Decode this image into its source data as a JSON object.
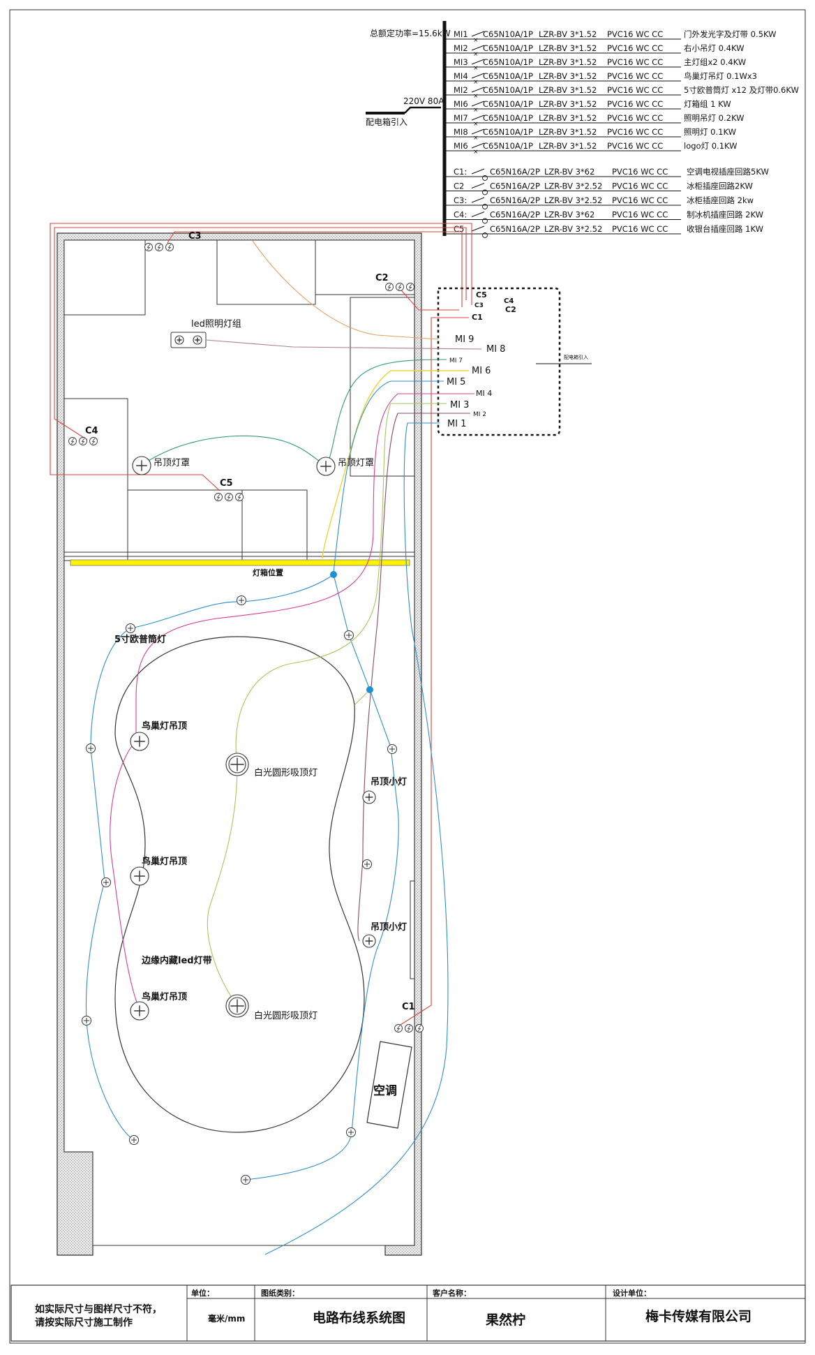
{
  "schematic": {
    "total_power": "总额定功率=15.6kW",
    "supply": "220V  80A",
    "supply_source": "配电箱引入",
    "light_circuits": [
      {
        "id": "MI1",
        "breaker": "C65N10A/1P",
        "wire": "LZR-BV 3*1.52",
        "conduit": "PVC16  WC   CC",
        "load": "门外发光字及灯带  0.5KW"
      },
      {
        "id": "MI2",
        "breaker": "C65N10A/1P",
        "wire": "LZR-BV 3*1.52",
        "conduit": "PVC16  WC   CC",
        "load": "右小吊灯  0.4KW"
      },
      {
        "id": "MI3",
        "breaker": "C65N10A/1P",
        "wire": "LZR-BV 3*1.52",
        "conduit": "PVC16  WC   CC",
        "load": "主灯组x2  0.4KW"
      },
      {
        "id": "MI4",
        "breaker": "C65N10A/1P",
        "wire": "LZR-BV 3*1.52",
        "conduit": "PVC16  WC   CC",
        "load": "鸟巢灯吊灯  0.1Wx3"
      },
      {
        "id": "MI2",
        "breaker": "C65N10A/1P",
        "wire": "LZR-BV 3*1.52",
        "conduit": "PVC16  WC   CC",
        "load": "5寸欧普筒灯 x12 及灯带0.6KW"
      },
      {
        "id": "MI6",
        "breaker": "C65N10A/1P",
        "wire": "LZR-BV 3*1.52",
        "conduit": "PVC16  WC   CC",
        "load": "灯箱组  1 KW"
      },
      {
        "id": "MI7",
        "breaker": "C65N10A/1P",
        "wire": "LZR-BV 3*1.52",
        "conduit": "PVC16  WC   CC",
        "load": "照明吊灯 0.2KW"
      },
      {
        "id": "MI8",
        "breaker": "C65N10A/1P",
        "wire": "LZR-BV 3*1.52",
        "conduit": "PVC16  WC   CC",
        "load": "照明灯 0.1KW"
      },
      {
        "id": "MI6",
        "breaker": "C65N10A/1P",
        "wire": "LZR-BV 3*1.52",
        "conduit": "PVC16  WC   CC",
        "load": "logo灯  0.1KW"
      }
    ],
    "socket_circuits": [
      {
        "id": "C1:",
        "breaker": "C65N16A/2P",
        "wire": "LZR-BV 3*62",
        "conduit": "PVC16  WC   CC",
        "load": "空调电视插座回路5KW"
      },
      {
        "id": "C2",
        "breaker": "C65N16A/2P",
        "wire": "LZR-BV 3*2.52",
        "conduit": "PVC16  WC   CC",
        "load": "冰柜插座回路2KW"
      },
      {
        "id": "C3:",
        "breaker": "C65N16A/2P",
        "wire": "LZR-BV 3*2.52",
        "conduit": "PVC16  WC   CC",
        "load": "冰柜插座回路 2kw"
      },
      {
        "id": "C4:",
        "breaker": "C65N16A/2P",
        "wire": "LZR-BV 3*62",
        "conduit": "PVC16  WC   CC",
        "load": "制冰机插座回路 2KW"
      },
      {
        "id": "C5",
        "breaker": "C65N16A/2P",
        "wire": "LZR-BV 3*2.52",
        "conduit": "PVC16  WC   CC",
        "load": "收银台插座回路 1KW"
      }
    ]
  },
  "panel": {
    "entry": "配电箱引入",
    "terminals": {
      "c5": "C5",
      "c4": "C4",
      "c3": "C3",
      "c2": "C2",
      "c1": "C1",
      "mi9": "MI 9",
      "mi8": "MI 8",
      "mi7": "MI 7",
      "mi6": "MI 6",
      "mi5": "MI 5",
      "mi4": "MI 4",
      "mi3": "MI 3",
      "mi2": "MI 2",
      "mi1": "MI 1"
    }
  },
  "plan": {
    "socket_c3": "C3",
    "socket_c2": "C2",
    "socket_c4": "C4",
    "socket_c5": "C5",
    "socket_c1": "C1",
    "led_group": "led照明灯组",
    "pendant_cover_left": "吊顶灯罩",
    "pendant_cover_right": "吊顶灯罩",
    "lightbox_position": "灯箱位置",
    "downlight": "5寸欧普筒灯",
    "nest_lamp_1": "鸟巢灯吊顶",
    "nest_lamp_2": "鸟巢灯吊顶",
    "nest_lamp_3": "鸟巢灯吊顶",
    "ceiling_lamp_1": "白光圆形吸顶灯",
    "ceiling_lamp_2": "白光圆形吸顶灯",
    "small_lamp_1": "吊顶小灯",
    "small_lamp_2": "吊顶小灯",
    "edge_led": "边缘内藏led灯带",
    "ac": "空调"
  },
  "titleblock": {
    "note_line1": "如实际尺寸与图样尺寸不符，",
    "note_line2": "请按实际尺寸施工制作",
    "unit_label": "单位：",
    "unit_value": "毫米/mm",
    "category_label": "图纸类别：",
    "category_value": "电路布线系统图",
    "client_label": "客户名称：",
    "client_value": "果然柠",
    "designer_label": "设计单位：",
    "designer_value": "梅卡传媒有限公司"
  },
  "colors": {
    "red": "#e0403a",
    "orange": "#e0a060",
    "mauve": "#b07a8e",
    "green": "#2e9a72",
    "yellow": "#f0d23a",
    "blue": "#2e8fc8",
    "magenta": "#d43e95",
    "lime": "#a4c85a",
    "lightbox": "#fff200"
  }
}
